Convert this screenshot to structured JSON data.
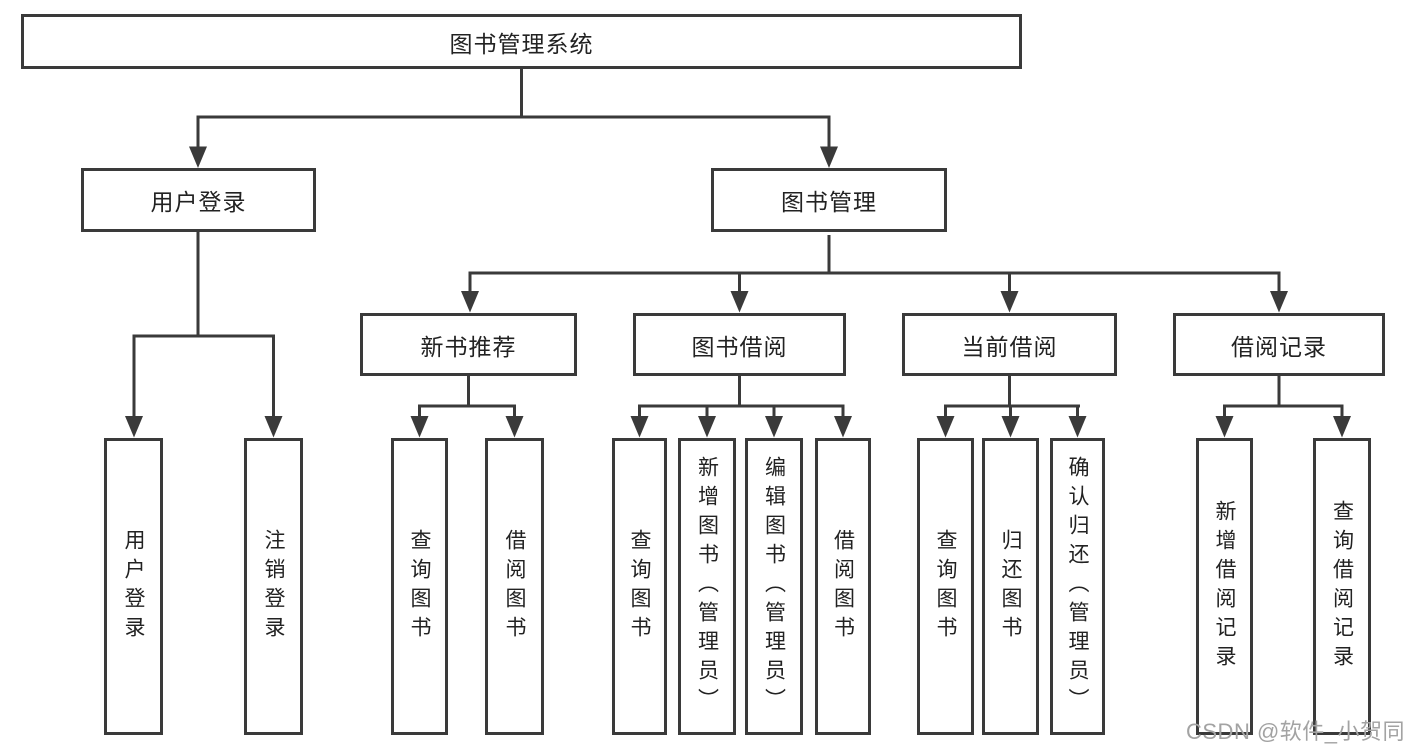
{
  "diagram": {
    "root": {
      "label": "图书管理系统",
      "children": [
        {
          "label": "用户登录",
          "children": [
            {
              "label": "用户登录"
            },
            {
              "label": "注销登录"
            }
          ]
        },
        {
          "label": "图书管理",
          "children": [
            {
              "label": "新书推荐",
              "children": [
                {
                  "label": "查询图书"
                },
                {
                  "label": "借阅图书"
                }
              ]
            },
            {
              "label": "图书借阅",
              "children": [
                {
                  "label": "查询图书"
                },
                {
                  "label": "新增图书（管理员）"
                },
                {
                  "label": "编辑图书（管理员）"
                },
                {
                  "label": "借阅图书"
                }
              ]
            },
            {
              "label": "当前借阅",
              "children": [
                {
                  "label": "查询图书"
                },
                {
                  "label": "归还图书"
                },
                {
                  "label": "确认归还（管理员）"
                }
              ]
            },
            {
              "label": "借阅记录",
              "children": [
                {
                  "label": "新增借阅记录"
                },
                {
                  "label": "查询借阅记录"
                }
              ]
            }
          ]
        }
      ]
    }
  },
  "colors": {
    "line": "#3a3a3a",
    "box_fill": "#ffffff",
    "text": "#222222",
    "watermark": "#a3a3a3"
  },
  "watermark": {
    "text": "CSDN @软件_小贺同学"
  }
}
